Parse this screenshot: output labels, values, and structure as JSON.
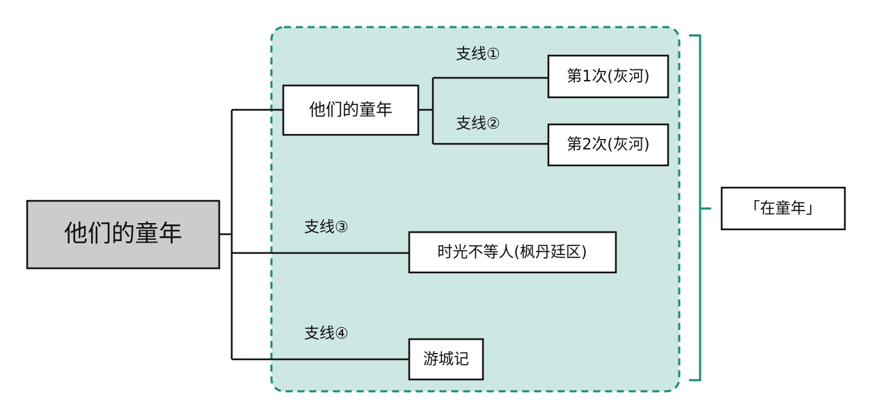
{
  "root": {
    "label": "他们的童年"
  },
  "sub": {
    "label": "他们的童年"
  },
  "branches": {
    "b1": {
      "label": "支线①",
      "node": "第1次(灰河)"
    },
    "b2": {
      "label": "支线②",
      "node": "第2次(灰河)"
    },
    "b3": {
      "label": "支线③",
      "node": "时光不等人(枫丹廷区)"
    },
    "b4": {
      "label": "支线④",
      "node": "游城记"
    }
  },
  "group": {
    "label": "「在童年」"
  },
  "colors": {
    "region_fill": "#cde7e4",
    "region_border": "#1a8c76",
    "bracket": "#1a8c76",
    "root_fill": "#cccccc",
    "line": "#111111"
  },
  "icons": {
    "bracket": "right-bracket-icon"
  }
}
